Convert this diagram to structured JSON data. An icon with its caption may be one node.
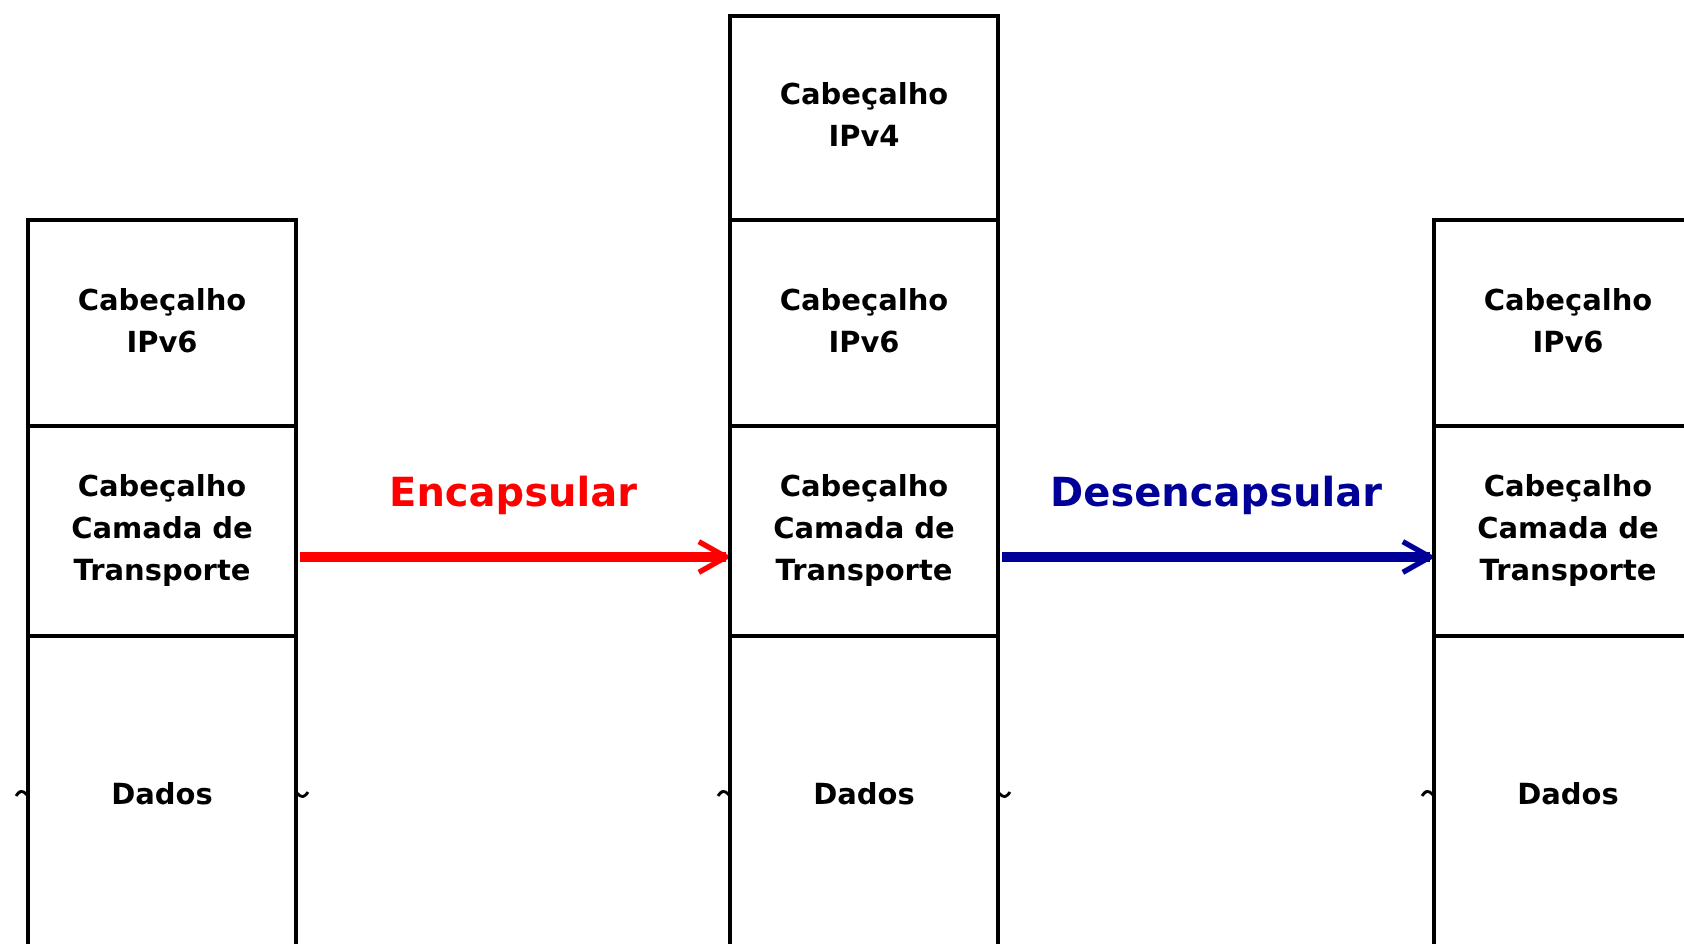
{
  "diagram": {
    "nodes": [
      {
        "text": [
          "Cabeçalho IPv6"
        ]
      },
      {
        "text": [
          "Cabeçalho Camada de Transporte"
        ]
      },
      {
        "text": [
          "Dados"
        ]
      },
      {
        "text": [
          "Cabeçalho IPv4"
        ]
      },
      {
        "text": [
          "Cabeçalho IPv6"
        ]
      },
      {
        "text": [
          "Cabeçalho Camada de Transporte"
        ]
      },
      {
        "text": [
          "Dados"
        ]
      },
      {
        "text": [
          "Cabeçalho IPv6"
        ]
      },
      {
        "text": [
          "Cabeçalho Camada de Transporte"
        ]
      },
      {
        "text": [
          "Dados"
        ]
      }
    ],
    "edges": [
      {
        "from": 1,
        "to": 5,
        "arrow": "to",
        "label": "Encapsular",
        "color": "#ff0000"
      },
      {
        "from": 5,
        "to": 8,
        "arrow": "to",
        "label": "Desencapsular",
        "color": "#000099"
      }
    ]
  }
}
